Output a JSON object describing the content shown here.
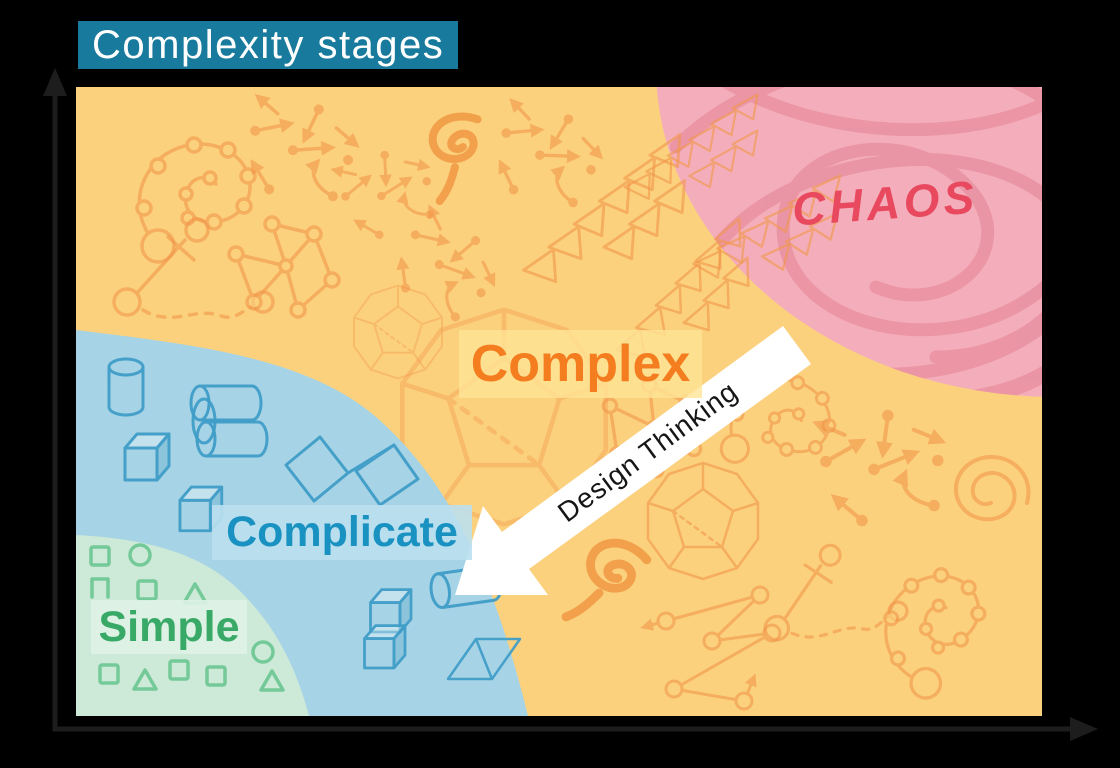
{
  "title": {
    "text": "Complexity stages",
    "bg_color": "#187a9c",
    "text_color": "#ffffff"
  },
  "regions": {
    "complex": {
      "label": "Complex",
      "text_color": "#f47d1f",
      "area_color": "#fbd17e"
    },
    "chaos": {
      "label": "CHAOS",
      "text_color": "#e8495f",
      "area_color": "#f4aebb"
    },
    "complicate": {
      "label": "Complicate",
      "text_color": "#1a92c1",
      "area_color": "#a6d3e5"
    },
    "simple": {
      "label": "Simple",
      "text_color": "#39a967",
      "area_color": "#cde9d8"
    }
  },
  "arrow": {
    "label": "Design Thinking",
    "fill": "#ffffff",
    "text_color": "#161616"
  },
  "canvas": {
    "background": "#000000",
    "axis_color": "#1d1d1d"
  }
}
